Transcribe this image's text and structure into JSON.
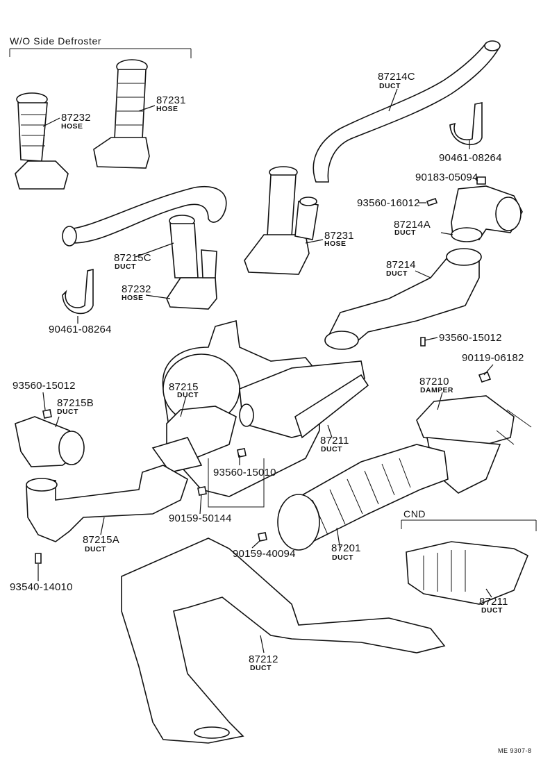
{
  "sections": {
    "wo_side_defroster": "W/O  Side  Defroster",
    "cnd": "CND"
  },
  "parts": {
    "p87232_top": {
      "number": "87232",
      "name": "HOSE"
    },
    "p87231_top": {
      "number": "87231",
      "name": "HOSE"
    },
    "p87214C": {
      "number": "87214C",
      "name": "DUCT"
    },
    "p90461_top": {
      "number": "90461-08264"
    },
    "p90183": {
      "number": "90183-05094"
    },
    "p93560_a": {
      "number": "93560-16012"
    },
    "p87214A": {
      "number": "87214A",
      "name": "DUCT"
    },
    "p87215C": {
      "number": "87215C",
      "name": "DUCT"
    },
    "p87231_mid": {
      "number": "87231",
      "name": "HOSE"
    },
    "p87232_mid": {
      "number": "87232",
      "name": "HOSE"
    },
    "p87214": {
      "number": "87214",
      "name": "DUCT"
    },
    "p90461_left": {
      "number": "90461-08264"
    },
    "p93560_b": {
      "number": "93560-15012"
    },
    "p90119": {
      "number": "90119-06182"
    },
    "p93560_c": {
      "number": "93560-15012"
    },
    "p87215": {
      "number": "87215",
      "name": "DUCT"
    },
    "p87210": {
      "number": "87210",
      "name": "DAMPER"
    },
    "p87215B": {
      "number": "87215B",
      "name": "DUCT"
    },
    "p87211_mid": {
      "number": "87211",
      "name": "DUCT"
    },
    "p93560_d": {
      "number": "93560-15010"
    },
    "p90159_a": {
      "number": "90159-50144"
    },
    "p87215A": {
      "number": "87215A",
      "name": "DUCT"
    },
    "p90159_b": {
      "number": "90159-40094"
    },
    "p87201": {
      "number": "87201",
      "name": "DUCT"
    },
    "p87211_cnd": {
      "number": "87211",
      "name": "DUCT"
    },
    "p93540": {
      "number": "93540-14010"
    },
    "p87212": {
      "number": "87212",
      "name": "DUCT"
    }
  },
  "footer": {
    "code": "ME  9307-8"
  }
}
